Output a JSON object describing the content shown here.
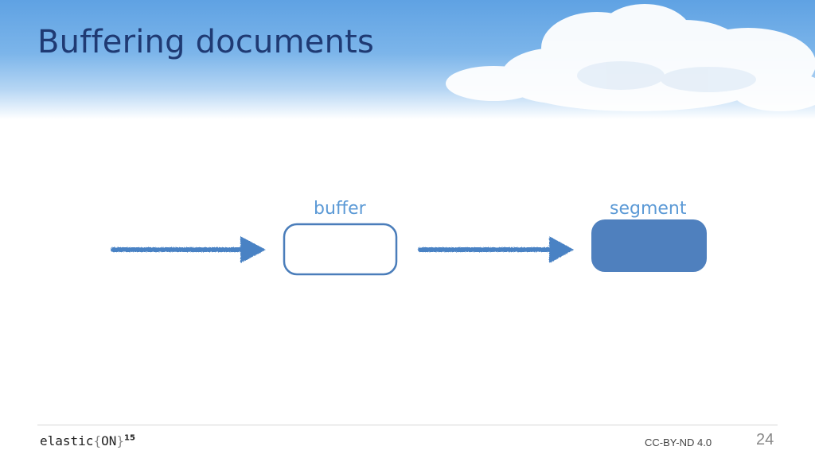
{
  "slide": {
    "title": "Buffering documents"
  },
  "diagram": {
    "buffer_label": "buffer",
    "segment_label": "segment",
    "colors": {
      "arrow": "#4a82c4",
      "buffer_border": "#4a7dba",
      "segment_fill": "#4f80be",
      "label": "#5c9ad6"
    }
  },
  "footer": {
    "logo_text": "elastic",
    "logo_brace_open": "{",
    "logo_on": "ON",
    "logo_brace_close": "}",
    "logo_year": "15",
    "license": "CC-BY-ND 4.0",
    "page_number": "24"
  }
}
